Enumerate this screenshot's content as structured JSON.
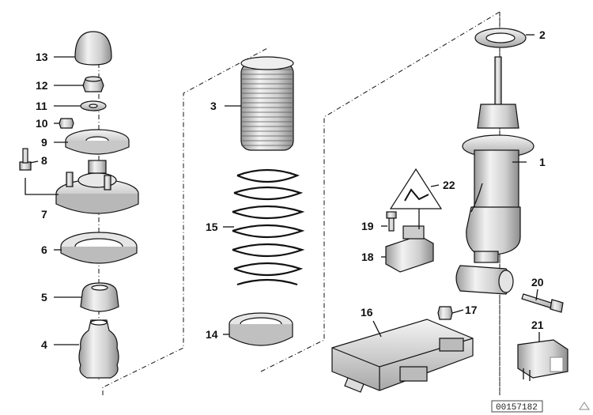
{
  "diagram": {
    "labels": {
      "p1": "1",
      "p2": "2",
      "p3": "3",
      "p4": "4",
      "p5": "5",
      "p6": "6",
      "p7": "7",
      "p8": "8",
      "p9": "9",
      "p10": "10",
      "p11": "11",
      "p12": "12",
      "p13": "13",
      "p14": "14",
      "p15": "15",
      "p16": "16",
      "p17": "17",
      "p18": "18",
      "p19": "19",
      "p20": "20",
      "p21": "21",
      "p22": "22"
    },
    "reference_number": "00157182",
    "colors": {
      "ink": "#111111",
      "part_fill": "#ededed",
      "shade": "#bdbdbd",
      "background": "#ffffff"
    }
  }
}
